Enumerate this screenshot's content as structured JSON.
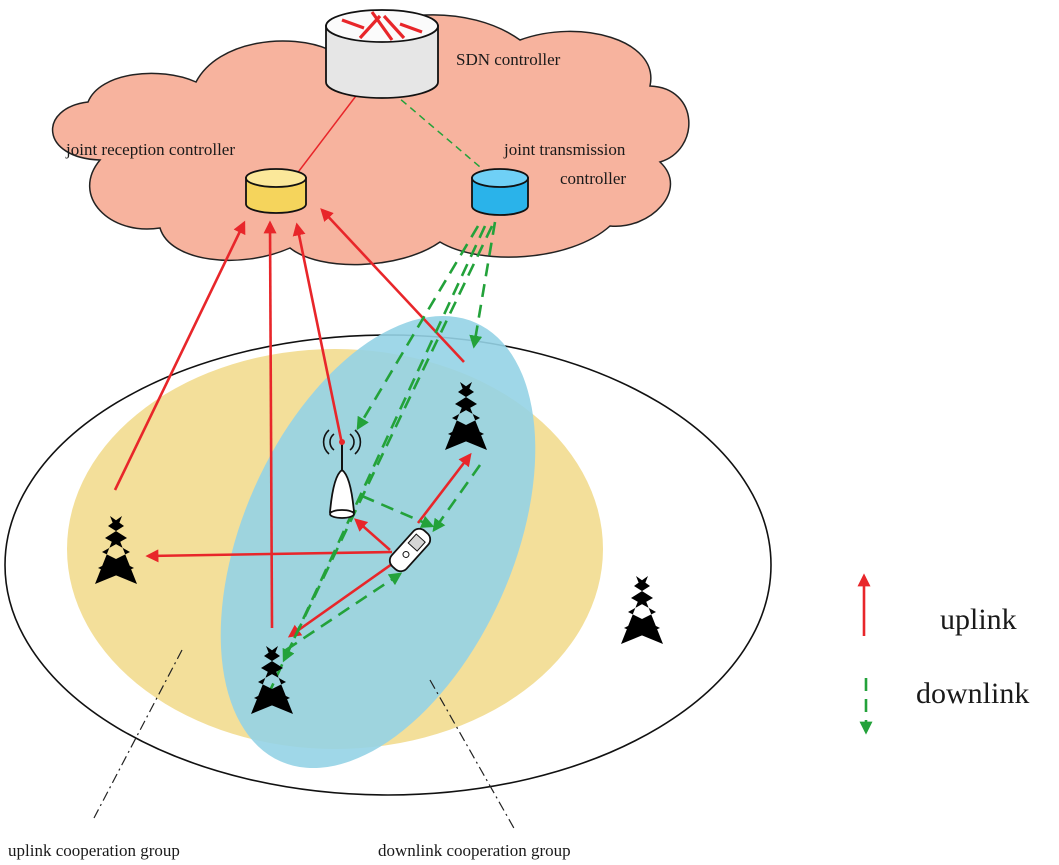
{
  "labels": {
    "sdn_controller": "SDN controller",
    "joint_reception_controller": "joint reception controller",
    "joint_transmission_line1": "joint transmission",
    "joint_transmission_line2": "controller",
    "uplink_group": "uplink cooperation group",
    "downlink_group": "downlink cooperation group"
  },
  "legend": {
    "uplink": "uplink",
    "downlink": "downlink"
  },
  "colors": {
    "cloud": "#f7b39e",
    "uplink_area": "#f3df9a",
    "downlink_area": "#95d3e6",
    "uplink_arrow": "#e8262a",
    "downlink_arrow": "#23a23a",
    "reception_controller": "#f5d45c",
    "transmission_controller": "#2ab3ea"
  },
  "icons": [
    "sdn-router-icon",
    "reception-database-icon",
    "transmission-database-icon",
    "cell-tower-icon",
    "wifi-access-point-icon",
    "mobile-phone-icon"
  ]
}
